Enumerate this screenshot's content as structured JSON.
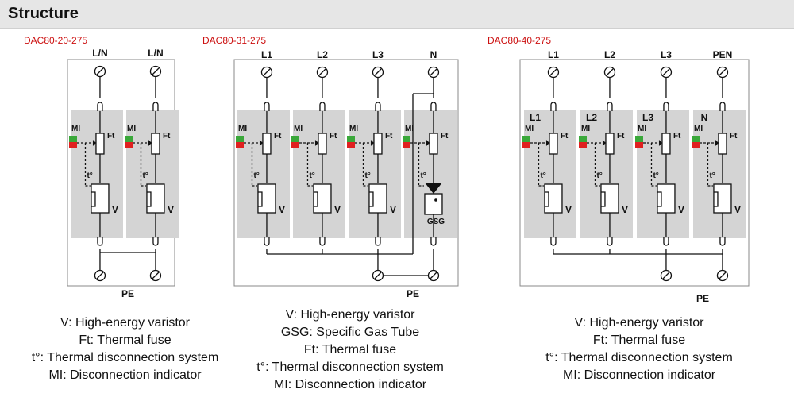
{
  "header": {
    "title": "Structure"
  },
  "diagrams": [
    {
      "model": "DAC80-20-275",
      "terminals": [
        "L/N",
        "L/N"
      ],
      "module_labels": [],
      "pe_label": "PE",
      "legend": [
        "V: High-energy varistor",
        "Ft: Thermal fuse",
        "t°: Thermal disconnection system",
        "MI: Disconnection indicator"
      ]
    },
    {
      "model": "DAC80-31-275",
      "terminals": [
        "L1",
        "L2",
        "L3",
        "N"
      ],
      "module_labels": [],
      "pe_label": "PE",
      "legend": [
        "V: High-energy varistor",
        "GSG: Specific Gas Tube",
        "Ft: Thermal fuse",
        "t°: Thermal disconnection system",
        "MI: Disconnection indicator"
      ]
    },
    {
      "model": "DAC80-40-275",
      "terminals": [
        "L1",
        "L2",
        "L3",
        "PEN"
      ],
      "module_labels": [
        "L1",
        "L2",
        "L3",
        "N"
      ],
      "pe_label": "PE",
      "legend": [
        "V: High-energy varistor",
        "Ft: Thermal fuse",
        "t°: Thermal disconnection system",
        "MI: Disconnection indicator"
      ]
    }
  ],
  "component_labels": {
    "mi": "MI",
    "ft": "Ft",
    "temp": "t°",
    "v": "V",
    "gsg": "GSG"
  },
  "colors": {
    "indicator_green": "#3aa83a",
    "indicator_red": "#e02020",
    "module_fill": "#d4d4d4",
    "model_text": "#cc1111"
  }
}
